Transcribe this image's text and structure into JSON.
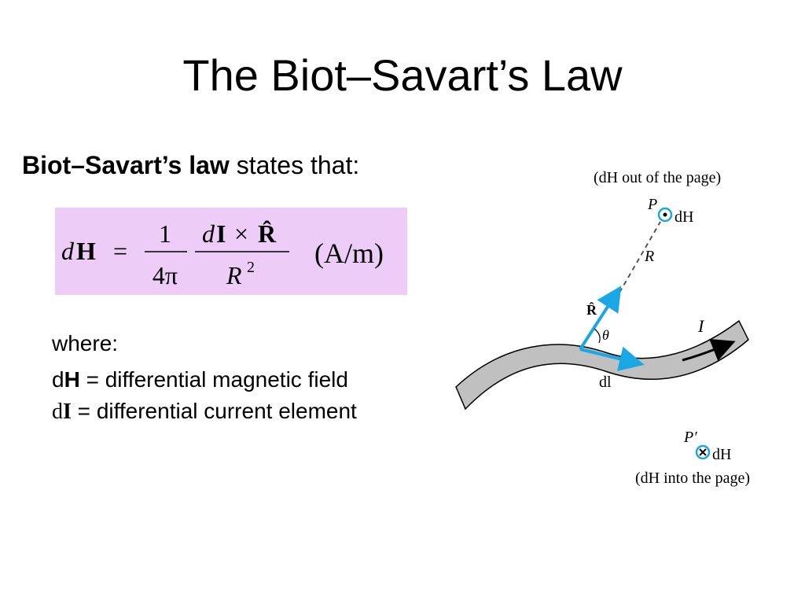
{
  "slide": {
    "title": "The Biot–Savart’s Law",
    "intro_bold": "Biot–Savart’s law",
    "intro_rest": " states that:"
  },
  "formula": {
    "lhs_d": "d",
    "lhs_H": "H",
    "equals": "=",
    "frac1_num": "1",
    "frac1_den": "4π",
    "frac2_num_d": "d",
    "frac2_num_I": "I",
    "frac2_num_times": "×",
    "frac2_num_R": "R̂",
    "frac2_den_R": "R",
    "frac2_den_exp": "2",
    "units": "(A/m)"
  },
  "definitions": {
    "where": "where:",
    "dH_prefix": "d",
    "dH_symbol": "H",
    "dH_text": " = differential magnetic field",
    "dI_prefix": "d",
    "dI_symbol": "I",
    "dI_text": " = differential current element"
  },
  "figure": {
    "top_caption": "(dH out of the page)",
    "point_P": "P",
    "dH_at_P": "dH",
    "label_R": "R",
    "label_Rhat": "R̂",
    "label_theta": "θ",
    "label_I": "I",
    "label_dl": "dl",
    "point_P_prime": "P′",
    "dH_at_P_prime": "dH",
    "bottom_caption": "(dH into the page)",
    "colors": {
      "wire": "#c0c0c0",
      "vector": "#1aa7e6",
      "formula_bg": "#eeccf8"
    }
  }
}
